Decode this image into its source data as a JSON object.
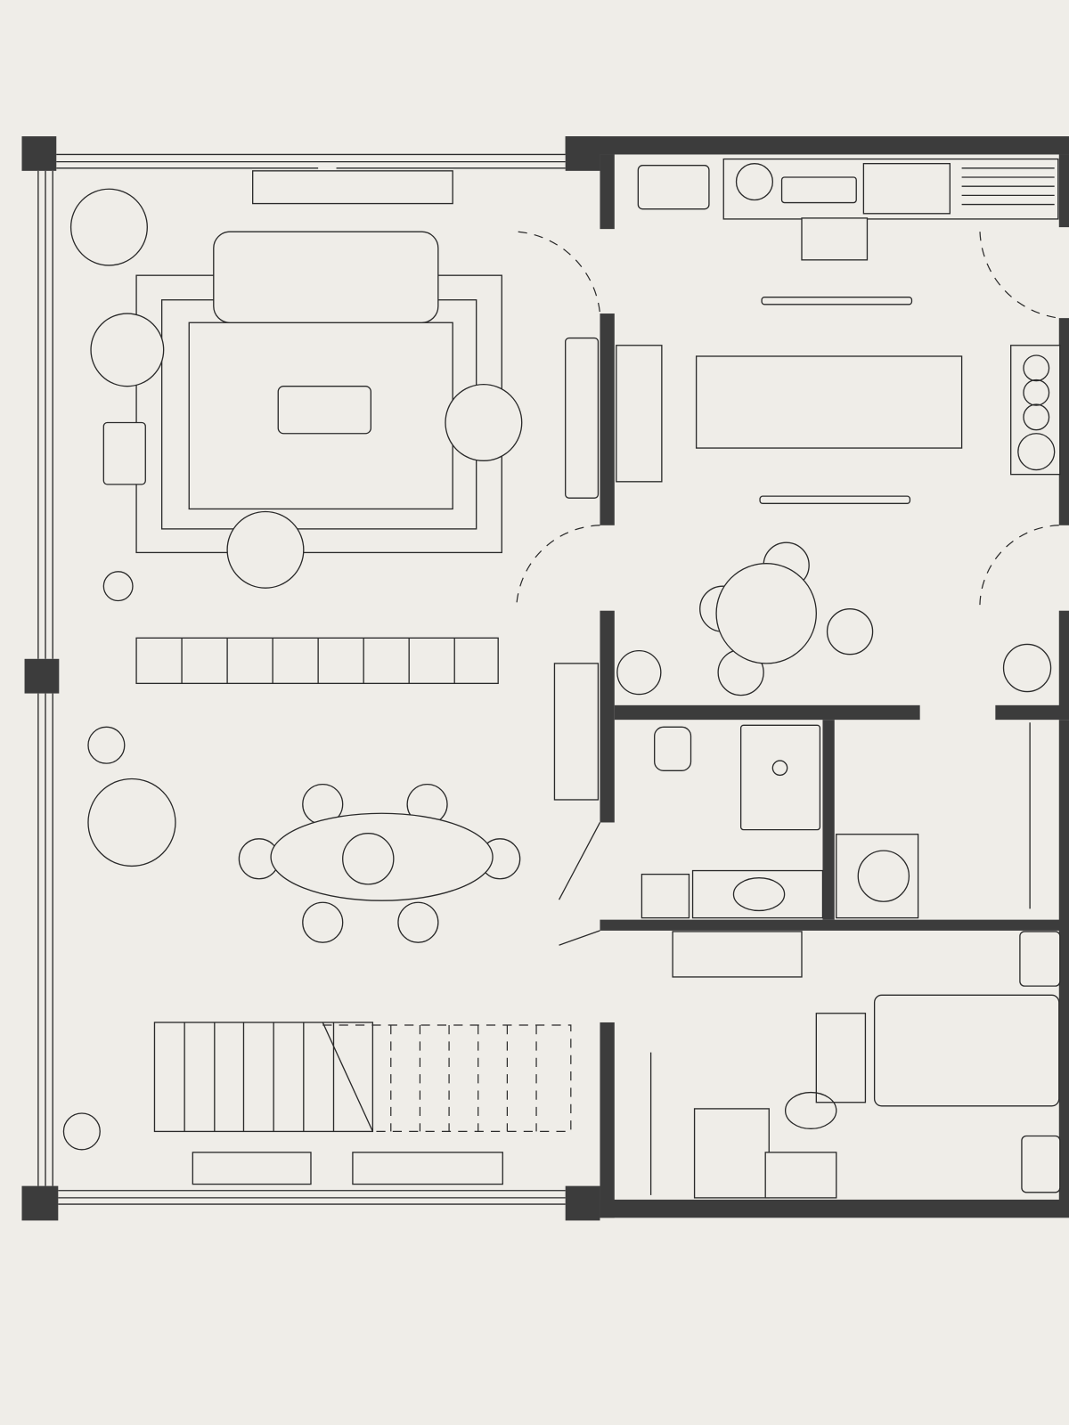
{
  "colors": {
    "background": "#efede8",
    "wall": "#3c3c3c",
    "line": "#2a2a2a"
  },
  "rooms": [
    "living-room",
    "dining-area",
    "kitchen",
    "breakfast-nook",
    "bathroom",
    "laundry",
    "bedroom",
    "staircase"
  ]
}
